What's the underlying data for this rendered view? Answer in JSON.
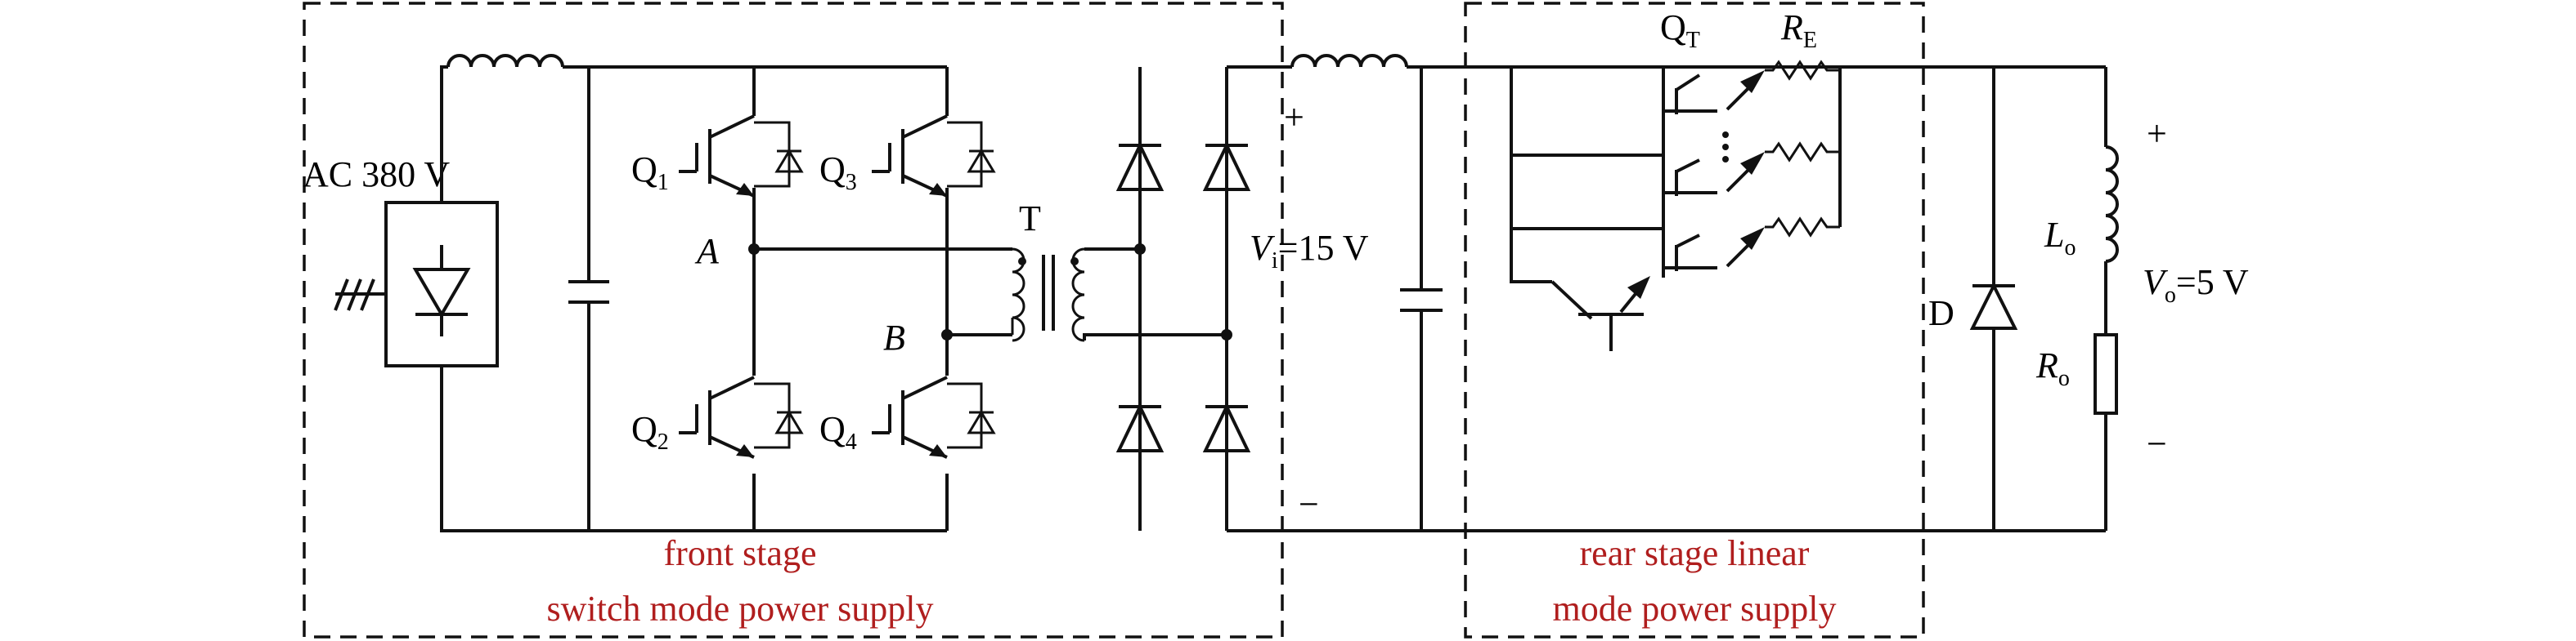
{
  "input": {
    "label": "AC 380 V"
  },
  "switches": {
    "q1": {
      "main": "Q",
      "sub": "1"
    },
    "q2": {
      "main": "Q",
      "sub": "2"
    },
    "q3": {
      "main": "Q",
      "sub": "3"
    },
    "q4": {
      "main": "Q",
      "sub": "4"
    }
  },
  "nodes": {
    "a": "A",
    "b": "B"
  },
  "transformer": {
    "label": "T"
  },
  "intermediate": {
    "symbol": "V",
    "sub": "i",
    "value": "=15 V",
    "plus": "+",
    "minus": "−"
  },
  "linear": {
    "transistor": {
      "main": "Q",
      "sub": "T"
    },
    "resistor": {
      "main": "R",
      "sub": "E"
    }
  },
  "diode": {
    "label": "D"
  },
  "output": {
    "inductor": {
      "main": "L",
      "sub": "o"
    },
    "resistor": {
      "main": "R",
      "sub": "o"
    },
    "voltage": {
      "symbol": "V",
      "sub": "o",
      "value": "=5 V"
    },
    "plus": "+",
    "minus": "−"
  },
  "regions": {
    "front": {
      "line1": "front stage",
      "line2": "switch mode power supply"
    },
    "rear": {
      "line1": "rear stage linear",
      "line2": "mode power supply"
    }
  },
  "colors": {
    "annotation": "#b01e1e",
    "line": "#111111"
  }
}
